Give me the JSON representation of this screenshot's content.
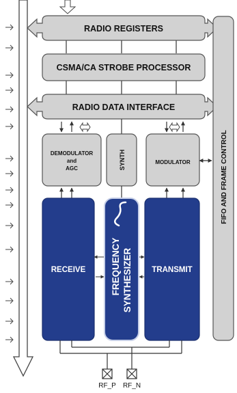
{
  "blocks": {
    "radio_registers": "RADIO REGISTERS",
    "csma_ca": "CSMA/CA STROBE PROCESSOR",
    "radio_data_interface": "RADIO DATA INTERFACE",
    "demodulator_line1": "DEMODULATOR",
    "demodulator_line2": "and",
    "demodulator_line3": "AGC",
    "synth": "SYNTH",
    "modulator": "MODULATOR",
    "receive": "RECEIVE",
    "freq_synth_line1": "FREQUENCY",
    "freq_synth_line2": "SYNTHESIZER",
    "transmit": "TRANSMIT",
    "fifo": "FIFO AND FRAME CONTROL"
  },
  "pins": {
    "rf_p": "RF_P",
    "rf_n": "RF_N"
  },
  "colors": {
    "gray_block": "#d2d2d2",
    "blue_block": "#233d8c",
    "outline": "#555555",
    "line": "#333333"
  }
}
